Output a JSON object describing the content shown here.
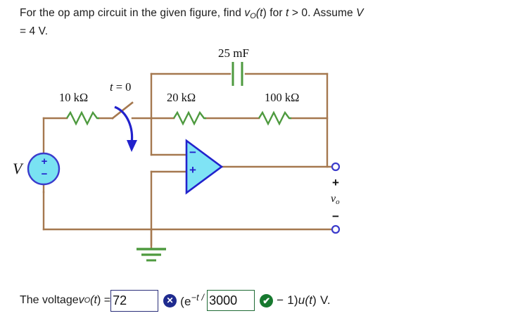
{
  "question": {
    "line1_a": "For the op amp circuit in the given figure, find ",
    "var_v": "v",
    "var_v_sub": "O",
    "var_t_paren": "(t",
    "var_close": ") for ",
    "var_t2": "t",
    "cond": " > 0. Assume ",
    "var_V": "V",
    "line2": "= 4 V."
  },
  "figure": {
    "cap_label": "25 mF",
    "r1_label": "10 kΩ",
    "r2_label": "20 kΩ",
    "r3_label": "100 kΩ",
    "switch_label_t": "t",
    "switch_label_eq": " = 0",
    "source_label": "V",
    "source_plus": "+",
    "source_minus": "−",
    "opamp_minus": "−",
    "opamp_plus": "+",
    "out_plus": "+",
    "out_minus": "−",
    "out_v": "v",
    "out_v_sub": "o",
    "colors": {
      "wire": "#a5784f",
      "component": "#4e9a3f",
      "opamp_fill": "#7fe3f5",
      "opamp_stroke": "#2222cc",
      "source_fill": "#79e2f2",
      "source_stroke": "#3b3bcc",
      "arrow": "#2222cc",
      "terminal": "#3b3bcc"
    }
  },
  "answer": {
    "prefix": "The voltage ",
    "var_v": "v",
    "var_v_sub": "O",
    "var_t": "(t",
    "equals": ") = ",
    "field1_value": "72",
    "field1_status": "incorrect",
    "mark_x": "✕",
    "expr_open": "(e",
    "expr_exp": "−t /",
    "field2_value": "3000",
    "field2_status": "correct",
    "mark_check": "✔",
    "expr_tail_a": "− 1)",
    "expr_tail_u": "u",
    "expr_tail_t": "(t",
    "expr_tail_end": ") V."
  }
}
